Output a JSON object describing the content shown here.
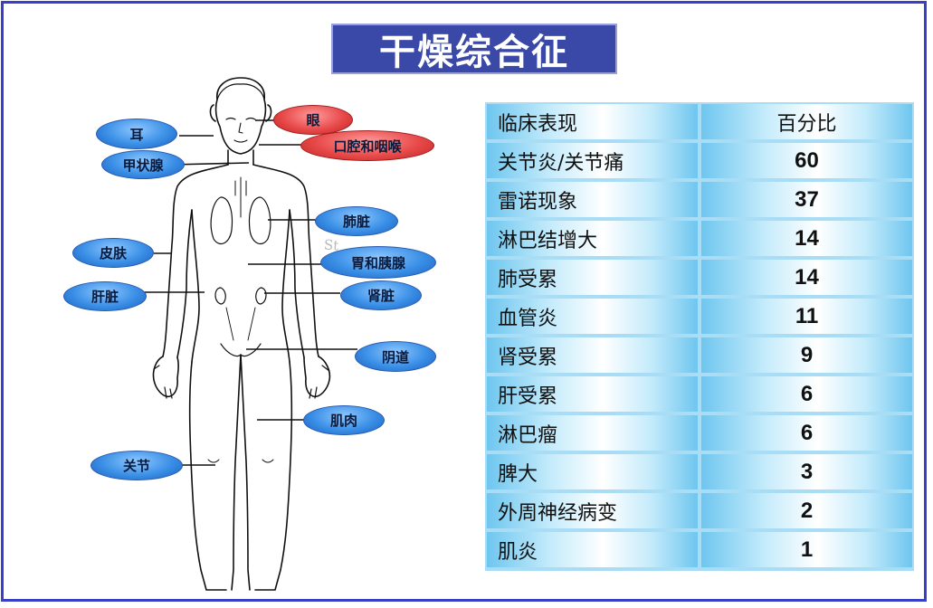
{
  "title": "干燥综合征",
  "figure": {
    "faint_text": "St",
    "labels": [
      {
        "key": "ear",
        "text": "耳",
        "color": "blue"
      },
      {
        "key": "thyroid",
        "text": "甲状腺",
        "color": "blue"
      },
      {
        "key": "eye",
        "text": "眼",
        "color": "red"
      },
      {
        "key": "mouth-throat",
        "text": "口腔和咽喉",
        "color": "red"
      },
      {
        "key": "lung",
        "text": "肺脏",
        "color": "blue"
      },
      {
        "key": "skin",
        "text": "皮肤",
        "color": "blue"
      },
      {
        "key": "stomach-pancreas",
        "text": "胃和胰腺",
        "color": "blue"
      },
      {
        "key": "liver",
        "text": "肝脏",
        "color": "blue"
      },
      {
        "key": "kidney",
        "text": "肾脏",
        "color": "blue"
      },
      {
        "key": "vagina",
        "text": "阴道",
        "color": "blue"
      },
      {
        "key": "muscle",
        "text": "肌肉",
        "color": "blue"
      },
      {
        "key": "joint",
        "text": "关节",
        "color": "blue"
      }
    ]
  },
  "table": {
    "headers": [
      "临床表现",
      "百分比"
    ],
    "rows": [
      {
        "name": " 关节炎/关节痛",
        "value": "60"
      },
      {
        "name": "雷诺现象",
        "value": "37"
      },
      {
        "name": "淋巴结增大",
        "value": "14"
      },
      {
        "name": "肺受累",
        "value": "14"
      },
      {
        "name": "血管炎",
        "value": "11"
      },
      {
        "name": "肾受累",
        "value": "9"
      },
      {
        "name": "肝受累",
        "value": "6"
      },
      {
        "name": "淋巴瘤",
        "value": "6"
      },
      {
        "name": "脾大",
        "value": "3"
      },
      {
        "name": "外周神经病变",
        "value": "2"
      },
      {
        "name": "肌炎",
        "value": "1"
      }
    ]
  },
  "colors": {
    "frame": "#3a3fc8",
    "title_bg": "#3a49a7",
    "oval_blue": "#3a8fe6",
    "oval_red": "#e84a4a",
    "table_grid": "#a9dcf5"
  }
}
